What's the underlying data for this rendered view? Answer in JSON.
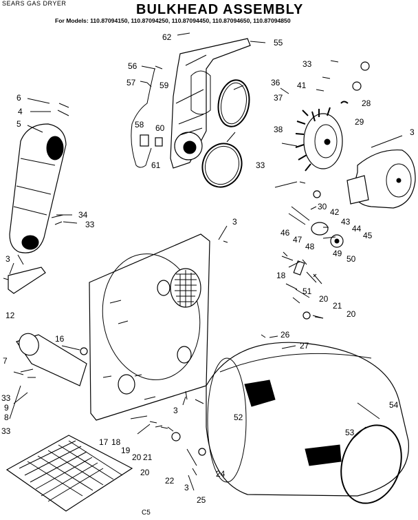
{
  "header": {
    "brand": "SEARS GAS DRYER",
    "title": "BULKHEAD ASSEMBLY",
    "models": "For Models: 110.87094150, 110.87094250, 110.87094450, 110.87094650, 110.87094850",
    "page_code": "C5"
  },
  "callouts": [
    "62",
    "55",
    "56",
    "57",
    "59",
    "36",
    "33",
    "41",
    "28",
    "29",
    "37",
    "3",
    "6",
    "4",
    "5",
    "58",
    "60",
    "61",
    "38",
    "33",
    "30",
    "42",
    "43",
    "44",
    "45",
    "33",
    "34",
    "3",
    "46",
    "47",
    "48",
    "49",
    "50",
    "3",
    "18",
    "51",
    "20",
    "21",
    "20",
    "12",
    "16",
    "26",
    "27",
    "7",
    "33",
    "9",
    "8",
    "3",
    "52",
    "54",
    "53",
    "33",
    "17",
    "18",
    "19",
    "20",
    "21",
    "20",
    "22",
    "24",
    "3",
    "25"
  ]
}
